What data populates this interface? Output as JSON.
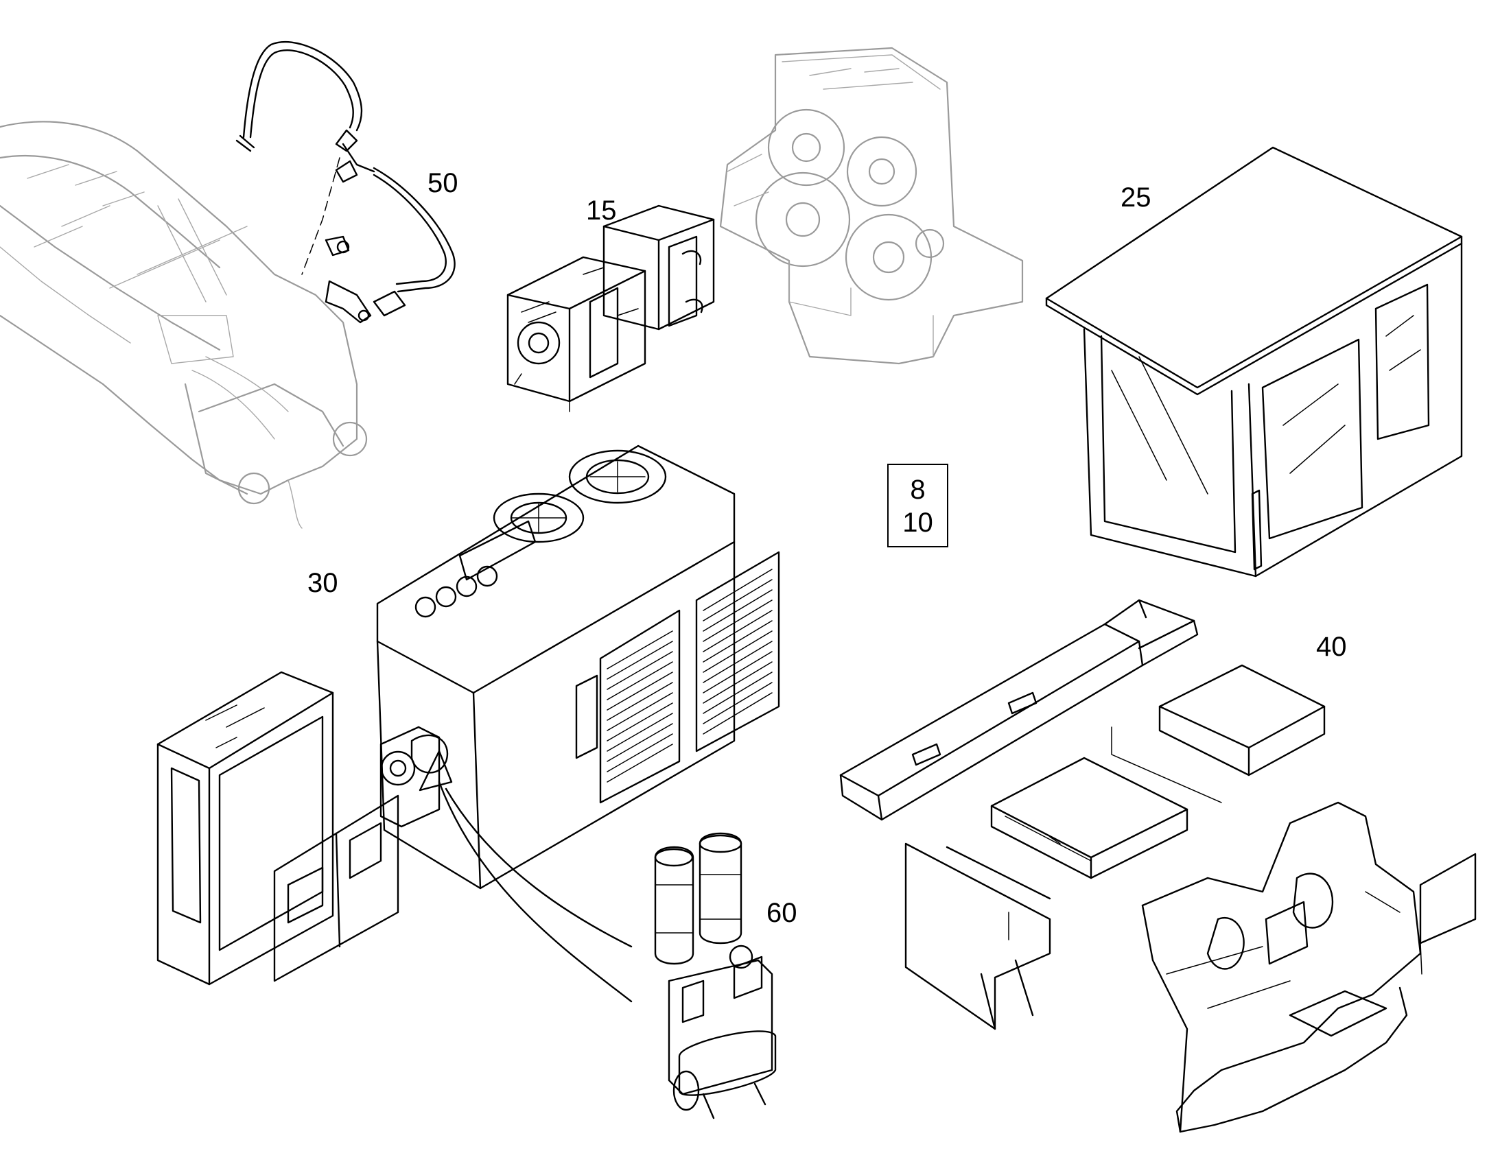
{
  "callouts": {
    "boom_hoses": "50",
    "pump": "15",
    "gearbox": "",
    "cab": "25",
    "frame": "30",
    "air_system": "60",
    "platforms": "40"
  },
  "reference_box": {
    "line1": "8",
    "line2": "10"
  },
  "colors": {
    "ink": "#000000",
    "context_grey": "#9a9a9a",
    "background": "#ffffff"
  }
}
